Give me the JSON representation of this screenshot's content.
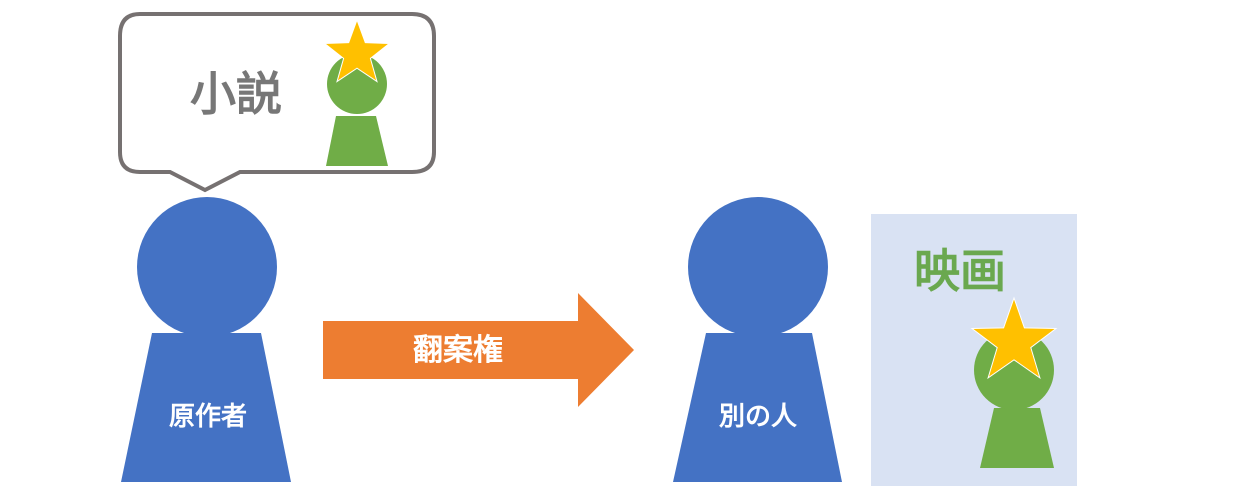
{
  "bubble": {
    "text": "小説"
  },
  "left_person": {
    "label": "原作者"
  },
  "arrow": {
    "label": "翻案権"
  },
  "right_person": {
    "label": "別の人"
  },
  "film_panel": {
    "title": "映画"
  },
  "colors": {
    "person_blue": "#4472c4",
    "arrow_orange": "#ed7d31",
    "character_green": "#70ad47",
    "star_gold": "#ffc000",
    "panel_bg": "#d9e2f3",
    "bubble_stroke": "#767171"
  }
}
